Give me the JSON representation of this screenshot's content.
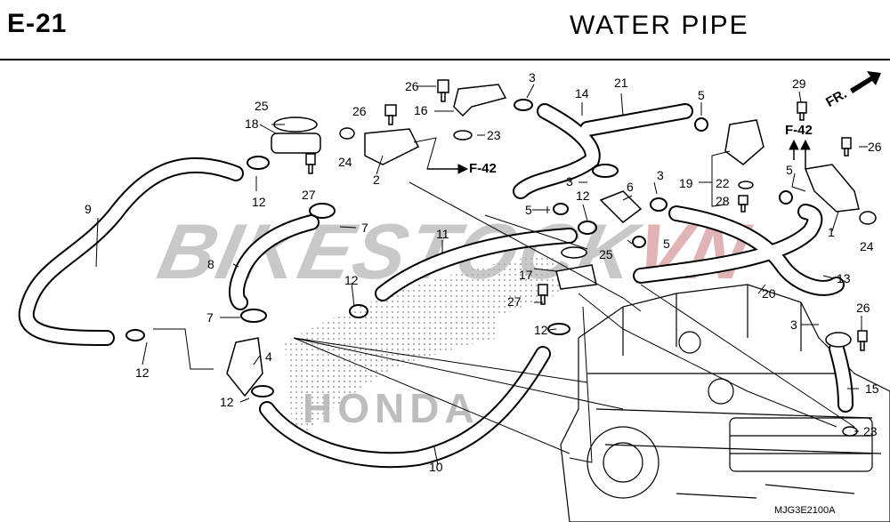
{
  "header": {
    "code": "E-21",
    "title": "WATER  PIPE"
  },
  "watermark": {
    "part1": "BIKESTOCK",
    "part2": "VN"
  },
  "emblem_text": "HONDA",
  "footer_code": "MJG3E2100A",
  "fr_label": "FR.",
  "refs": {
    "f42": "F-42"
  },
  "callouts": {
    "p1": "1",
    "p2": "2",
    "p3a": "3",
    "p3b": "3",
    "p3c": "3",
    "p3d": "3",
    "p4": "4",
    "p5a": "5",
    "p5b": "5",
    "p5c": "5",
    "p5d": "5",
    "p6": "6",
    "p7a": "7",
    "p7b": "7",
    "p8": "8",
    "p9": "9",
    "p10": "10",
    "p11": "11",
    "p12a": "12",
    "p12b": "12",
    "p12c": "12",
    "p12d": "12",
    "p12e": "12",
    "p12f": "12",
    "p13": "13",
    "p14": "14",
    "p15": "15",
    "p16": "16",
    "p17": "17",
    "p18": "18",
    "p19": "19",
    "p20": "20",
    "p21": "21",
    "p22": "22",
    "p23a": "23",
    "p23b": "23",
    "p24a": "24",
    "p24b": "24",
    "p25a": "25",
    "p25b": "25",
    "p26a": "26",
    "p26b": "26",
    "p26c": "26",
    "p26d": "26",
    "p27a": "27",
    "p27b": "27",
    "p28": "28",
    "p29": "29"
  }
}
